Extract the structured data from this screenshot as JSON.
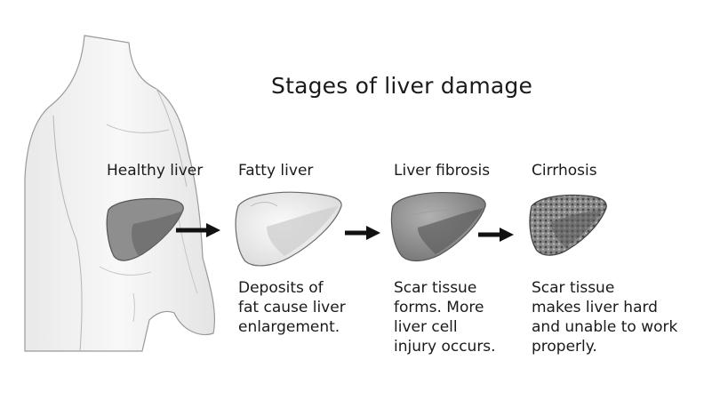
{
  "title": "Stages of liver damage",
  "stages": [
    {
      "label": "Healthy liver",
      "description": [],
      "icon": "healthy-liver-icon",
      "color": "#8e8e8e"
    },
    {
      "label": "Fatty liver",
      "description": [
        "Deposits of",
        "fat cause liver",
        "enlargement."
      ],
      "icon": "fatty-liver-icon",
      "color": "#e6e6e6"
    },
    {
      "label": "Liver fibrosis",
      "description": [
        "Scar tissue",
        "forms. More",
        "liver cell",
        "injury occurs."
      ],
      "icon": "fibrotic-liver-icon",
      "color": "#8a8a8a"
    },
    {
      "label": "Cirrhosis",
      "description": [
        "Scar tissue",
        "makes liver hard",
        "and unable to work",
        "properly."
      ],
      "icon": "cirrhotic-liver-icon",
      "color": "#6f6f6f"
    }
  ],
  "arrow_icon": "right-arrow-icon",
  "figure_icon": "human-torso-icon",
  "colors": {
    "arrow": "#111111",
    "outline": "#555555"
  }
}
